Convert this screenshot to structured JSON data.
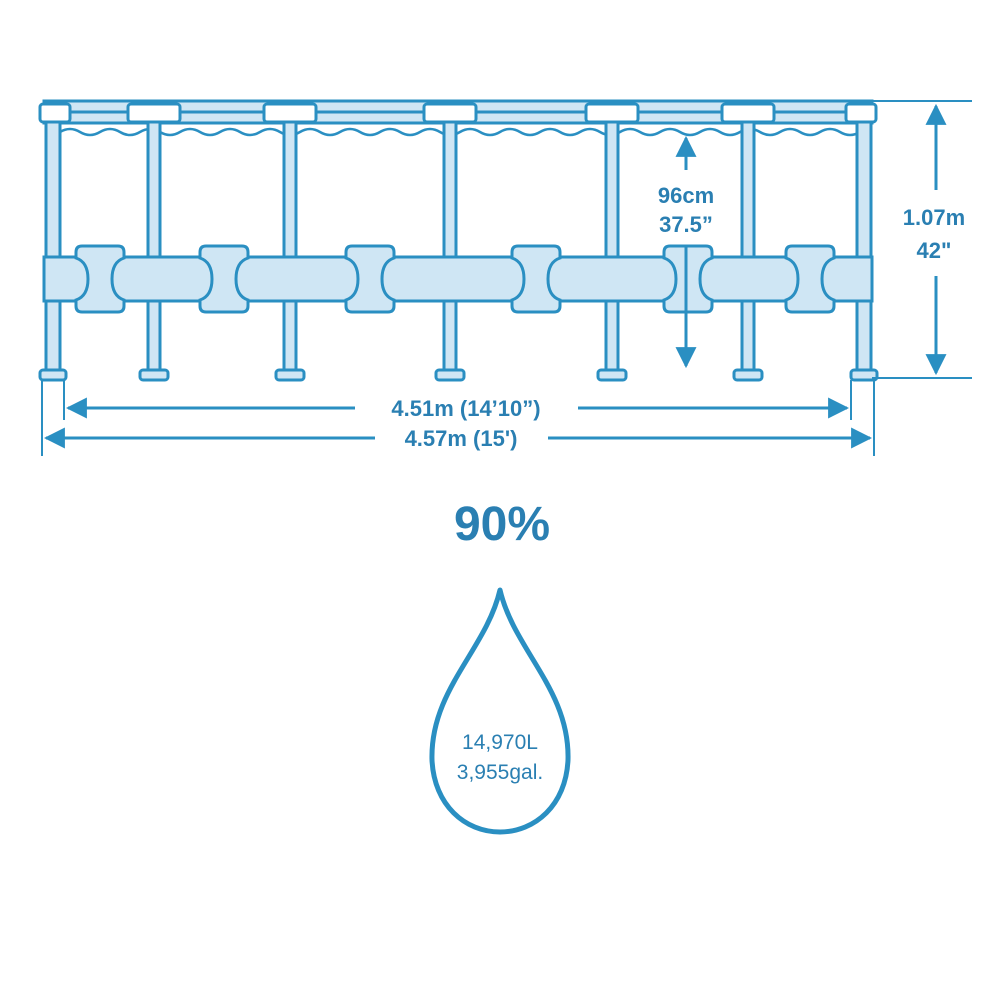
{
  "colors": {
    "line": "#2a8fc2",
    "fill": "#cfe6f4",
    "text": "#2a7fb2",
    "background": "#ffffff"
  },
  "dimensions": {
    "water_depth_cm": "96cm",
    "water_depth_in": "37.5”",
    "pool_height_m": "1.07m",
    "pool_height_in": "42\"",
    "inner_width": "4.51m (14’10”)",
    "outer_width": "4.57m (15')"
  },
  "fill_level": "90%",
  "capacity": {
    "liters": "14,970L",
    "gallons": "3,955gal."
  },
  "icons": {
    "pool": "pool-frame-icon",
    "drop": "water-drop-icon"
  }
}
